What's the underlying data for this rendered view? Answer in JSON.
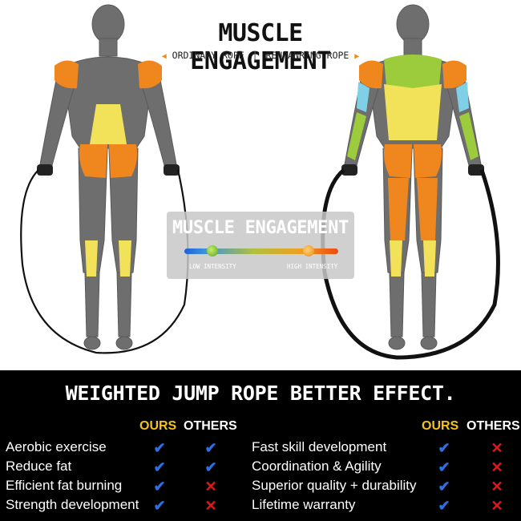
{
  "header": {
    "title": "MUSCLE ENGAGEMENT",
    "left_label": "ORDINARY ROPE",
    "right_label": "RENRANRING ROPE",
    "separator": "|"
  },
  "legend": {
    "title": "MUSCLE ENGAGEMENT",
    "low_label": "LOW INTENSITY",
    "high_label": "HIGH INTENSITY"
  },
  "comparison": {
    "headline": "WEIGHTED JUMP ROPE BETTER EFFECT.",
    "ours_label": "OURS",
    "others_label": "OTHERS",
    "left_rows": [
      {
        "feature": "Aerobic exercise",
        "ours": "check",
        "others": "check"
      },
      {
        "feature": "Reduce fat",
        "ours": "check",
        "others": "check"
      },
      {
        "feature": "Efficient fat burning",
        "ours": "check",
        "others": "cross"
      },
      {
        "feature": "Strength development",
        "ours": "check",
        "others": "cross"
      }
    ],
    "right_rows": [
      {
        "feature": "Fast skill development",
        "ours": "check",
        "others": "cross"
      },
      {
        "feature": "Coordination & Agility",
        "ours": "check",
        "others": "cross"
      },
      {
        "feature": "Superior quality + durability",
        "ours": "check",
        "others": "cross"
      },
      {
        "feature": "Lifetime warranty",
        "ours": "check",
        "others": "cross"
      }
    ]
  },
  "colors": {
    "orange": "#f0861e",
    "yellow": "#f2e25a",
    "green": "#9ccc3c",
    "blue": "#7fd0e6",
    "body_gray": "#6f6f6f",
    "ours": "#f3c318",
    "check": "#2f6fe0",
    "cross": "#e01818"
  },
  "icons": {
    "check": "check-icon",
    "cross": "cross-icon"
  }
}
